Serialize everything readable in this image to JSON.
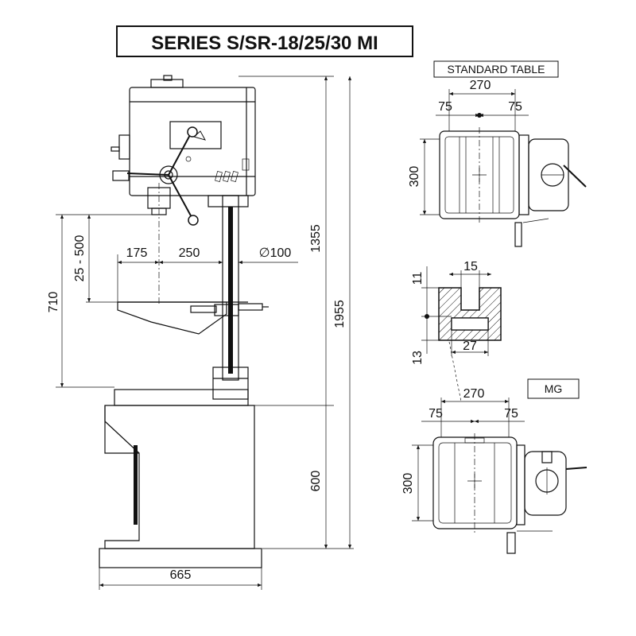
{
  "title": "SERIES S/SR-18/25/30 MI",
  "labels": {
    "standard_table": "STANDARD TABLE",
    "mg": "MG"
  },
  "dimensions": {
    "height_overall": "1955",
    "height_head": "1355",
    "height_base": "600",
    "height_table": "710",
    "table_travel": "25 - 500",
    "base_width": "665",
    "reach_175": "175",
    "reach_250": "250",
    "column_dia": "∅100",
    "std_table_width": "270",
    "std_table_left": "75",
    "std_table_right": "75",
    "std_table_depth": "300",
    "slot_top": "15",
    "slot_bottom": "27",
    "slot_depth_upper": "11",
    "slot_depth_lower": "13",
    "mg_table_width": "270",
    "mg_table_left": "75",
    "mg_table_right": "75",
    "mg_table_depth": "300"
  }
}
